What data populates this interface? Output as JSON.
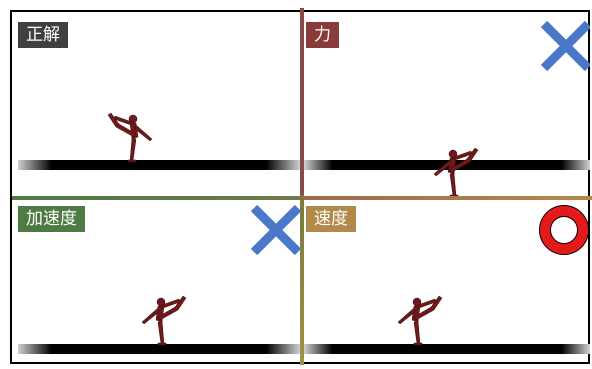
{
  "panels": {
    "correct": {
      "label": "正解",
      "color": "#404040"
    },
    "force": {
      "label": "力",
      "color": "#8b3a3a",
      "result": "cross"
    },
    "acceleration": {
      "label": "加速度",
      "color": "#4e7a43",
      "result": "cross"
    },
    "velocity": {
      "label": "速度",
      "color": "#b08a4a",
      "result": "circle"
    }
  },
  "colors": {
    "cross": "#4a78c8",
    "circle": "#e41a1a",
    "skater": "#6e1a1a"
  }
}
